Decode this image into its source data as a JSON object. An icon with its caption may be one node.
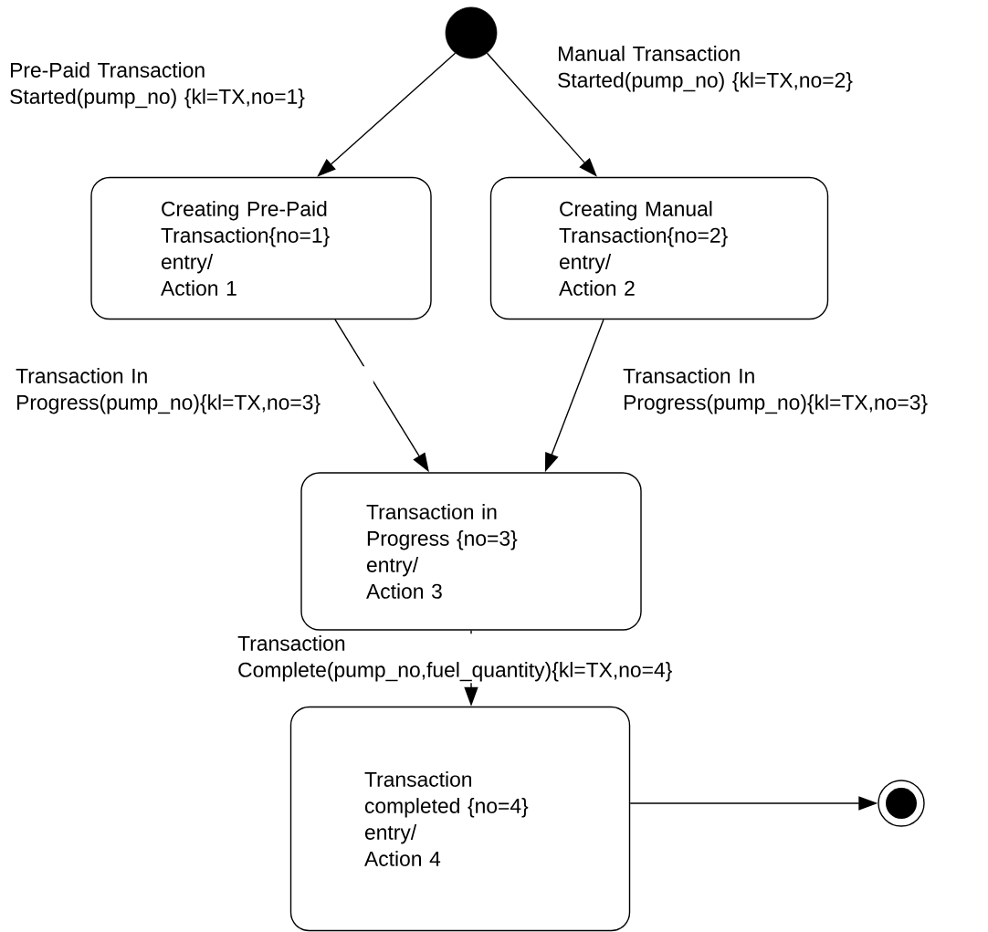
{
  "diagram": {
    "nodes": [
      {
        "text": [],
        "shape": "circle"
      },
      {
        "text": [
          "Creating Pre-Paid Transaction{no=1}",
          "entry/",
          "Action 1"
        ]
      },
      {
        "text": [
          "Creating Manual Transaction{no=2}",
          "entry/",
          "Action 2"
        ]
      },
      {
        "text": [
          "Transaction in Progress {no=3}",
          "entry/",
          "Action 3"
        ]
      },
      {
        "text": [
          "Transaction completed {no=4}",
          "entry/",
          "Action 4"
        ]
      },
      {
        "text": [],
        "shape": "circle"
      }
    ],
    "edges": [
      {
        "from": 0,
        "to": 1,
        "arrow": "to",
        "label": "Pre-Paid Transaction Started(pump_no) {kl=TX,no=1}"
      },
      {
        "from": 0,
        "to": 2,
        "arrow": "to",
        "label": "Manual Transaction Started(pump_no) {kl=TX,no=2}"
      },
      {
        "from": 1,
        "to": 3,
        "arrow": "to",
        "label": "Transaction In Progress(pump_no){kl=TX,no=3}"
      },
      {
        "from": 2,
        "to": 3,
        "arrow": "to",
        "label": "Transaction In Progress(pump_no){kl=TX,no=3}"
      },
      {
        "from": 3,
        "to": 4,
        "arrow": "to",
        "label": "Transaction Complete(pump_no,fuel_quantity){kl=TX,no=4}"
      },
      {
        "from": 4,
        "to": 5,
        "arrow": "to"
      }
    ]
  }
}
